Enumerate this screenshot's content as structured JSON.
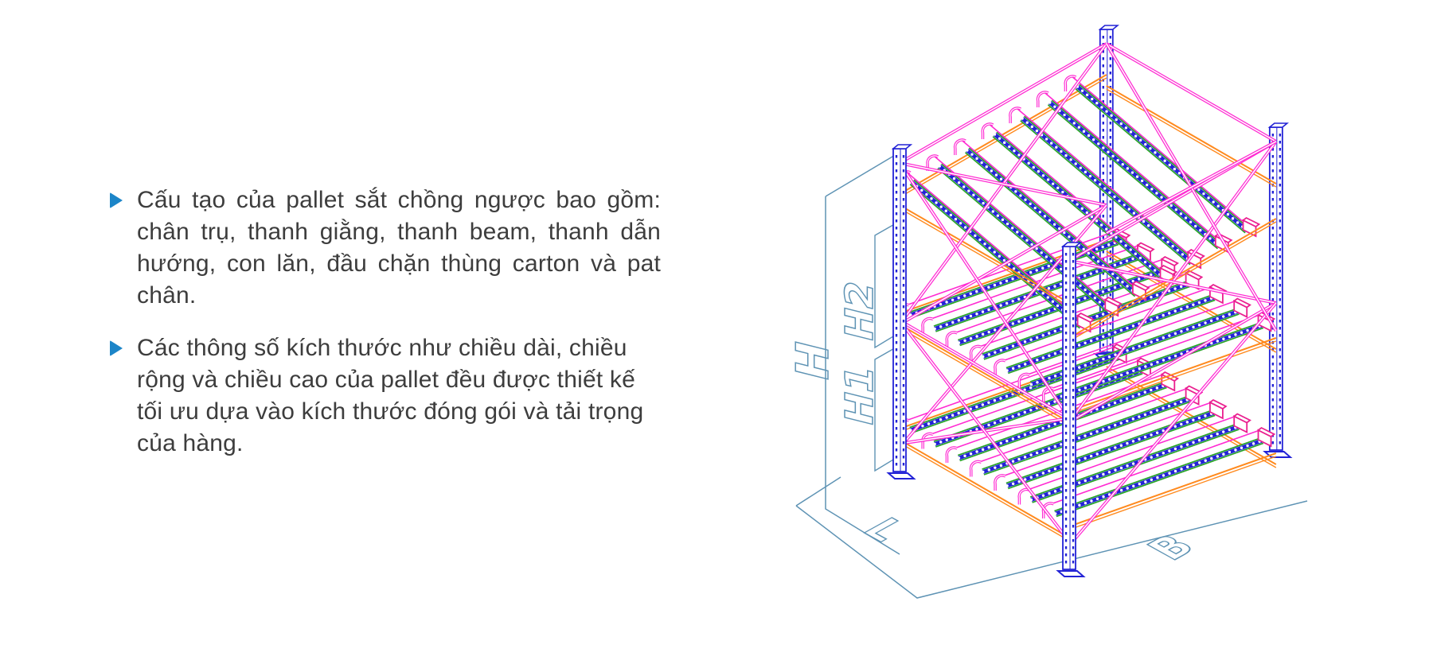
{
  "bullets": {
    "marker_color": "#1c85c8",
    "text_color": "#3d3d3d",
    "items": [
      {
        "text": "Cấu tạo của pallet sắt chồng ngược bao gồm: chân trụ, thanh giằng, thanh beam, thanh dẫn hướng, con lăn, đầu chặn thùng carton và pat chân."
      },
      {
        "text": "Các thông số kích thước như chiều dài, chiều rộng và chiều cao của pallet đều được thiết kế tối ưu dựa vào kích thước đóng gói và tải trọng của hàng."
      }
    ]
  },
  "diagram": {
    "type": "isometric-cad-wireframe",
    "subject": "pallet sat chong nguoc (carton flow pallet rack)",
    "labels": {
      "h": "H",
      "h1": "H1",
      "h2": "H2",
      "l": "L",
      "b": "B"
    },
    "colors": {
      "post_blue": "#2222d6",
      "beam_orange": "#ff8a1e",
      "rail_green": "#28a428",
      "brace_magenta": "#ff2ad2",
      "stop_pink": "#ea1f8f",
      "dimension_blue": "#5e93b4",
      "roller_fill": "#ffffff"
    },
    "geometry": {
      "ox": 1130,
      "oy": 593,
      "cos": 0.866,
      "sin": 0.5,
      "bay_width": 246,
      "depth": 300,
      "post_height": 406,
      "level_front_heights": [
        50,
        195,
        345
      ],
      "level_drop": 58,
      "lanes_per_level": 7,
      "lane_start": 16,
      "lane_spacing": 35,
      "top_lane_start": 18,
      "top_lane_spacing": 40,
      "roller_pitch": 8
    }
  }
}
